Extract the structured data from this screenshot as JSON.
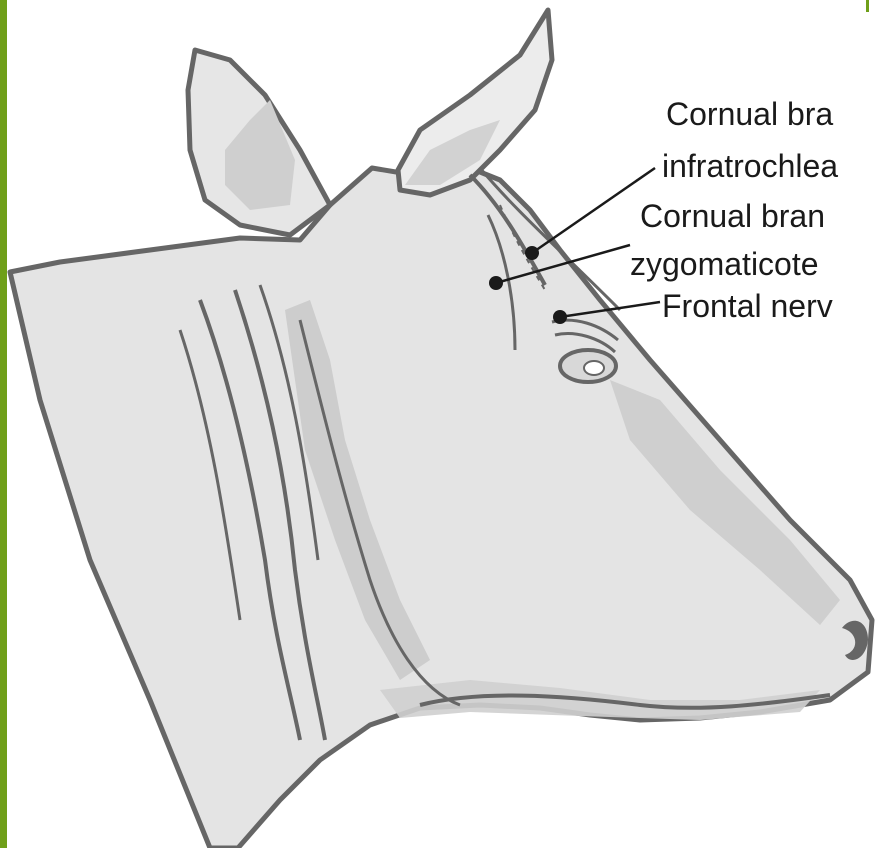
{
  "labels": {
    "cornual_infratrochlear": [
      "Cornual bra",
      "infratrochlea"
    ],
    "cornual_zygomaticotemporal": [
      "Cornual bran",
      "zygomaticote"
    ],
    "frontal_nerve": "Frontal nerv"
  },
  "colors": {
    "frame": "#6f9f19",
    "outline": "#666666",
    "skin": "#e4e4e4",
    "shade": "#c9c9c9",
    "horn": "#ececec",
    "pointer": "#1a1a1a"
  }
}
